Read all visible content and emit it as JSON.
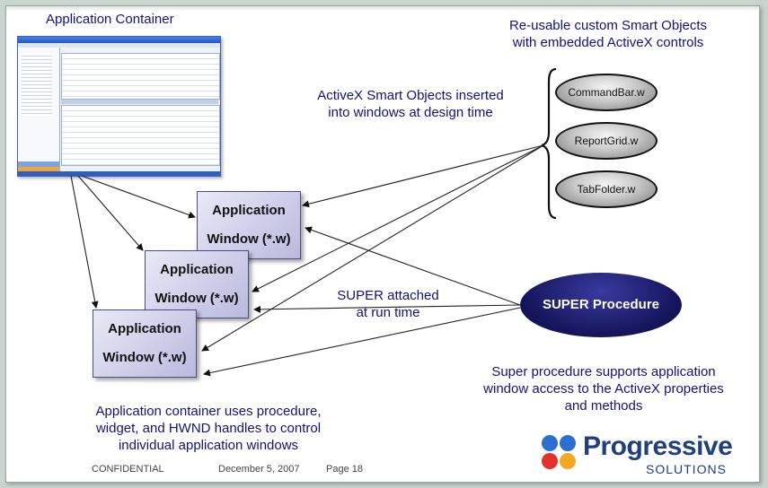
{
  "labels": {
    "app_container": "Application Container",
    "reusable_line1": "Re-usable custom Smart Objects",
    "reusable_line2": "with embedded ActiveX controls",
    "design_line1": "ActiveX Smart Objects inserted",
    "design_line2": "into windows at design time",
    "super_attached_line1": "SUPER attached",
    "super_attached_line2": "at run time",
    "super_desc_line1": "Super procedure supports application",
    "super_desc_line2": "window access to the ActiveX properties",
    "super_desc_line3": "and methods",
    "container_desc_line1": "Application container uses procedure,",
    "container_desc_line2": "widget, and HWND handles to control",
    "container_desc_line3": "individual application windows"
  },
  "windows": [
    {
      "line1": "Application",
      "line2": "Window (*.w)"
    },
    {
      "line1": "Application",
      "line2": "Window (*.w)"
    },
    {
      "line1": "Application",
      "line2": "Window (*.w)"
    }
  ],
  "smart_objects": [
    "CommandBar.w",
    "ReportGrid.w",
    "TabFolder.w"
  ],
  "super_procedure": "SUPER Procedure",
  "footer": {
    "confidential": "CONFIDENTIAL",
    "date": "December 5, 2007",
    "page": "Page 18"
  },
  "logo": {
    "word": "Progressive",
    "sub": "SOLUTIONS"
  },
  "colors": {
    "text": "#12127a",
    "super_fill": "#14145a",
    "window_fill": "#c9c9e8"
  }
}
